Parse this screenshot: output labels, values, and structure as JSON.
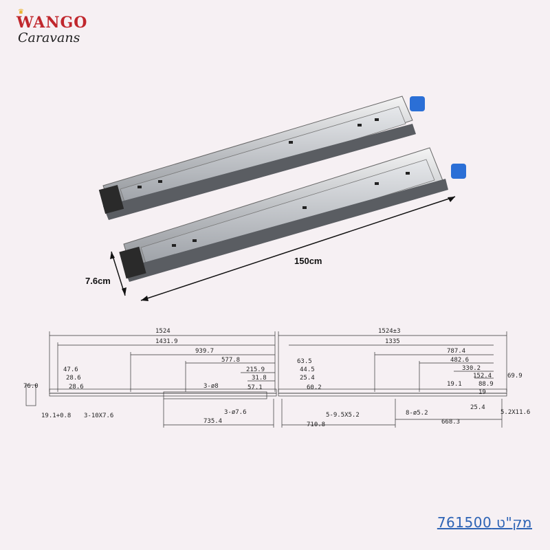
{
  "brand": {
    "line1": "WANGO",
    "line2": "Caravans"
  },
  "photo": {
    "length_label": "150cm",
    "height_label": "7.6cm"
  },
  "drawing": {
    "left_dims": [
      "1524",
      "1431.9",
      "939.7",
      "577.8",
      "215.9",
      "31.8",
      "57.1",
      "47.6",
      "28.6",
      "28.6",
      "76.0",
      "19.1+0.8",
      "3-10X7.6",
      "3-ø8",
      "3-ø7.6",
      "735.4"
    ],
    "right_dims": [
      "1524±3",
      "1335",
      "787.4",
      "482.6",
      "330.2",
      "152.4",
      "69.9",
      "63.5",
      "44.5",
      "25.4",
      "60.2",
      "19.1",
      "88.9",
      "19",
      "25.4",
      "5.2X11.6",
      "5-9.5X5.2",
      "8-ø5.2",
      "710.8",
      "668.3"
    ]
  },
  "sku": {
    "text": "מק\"ט 761500"
  }
}
